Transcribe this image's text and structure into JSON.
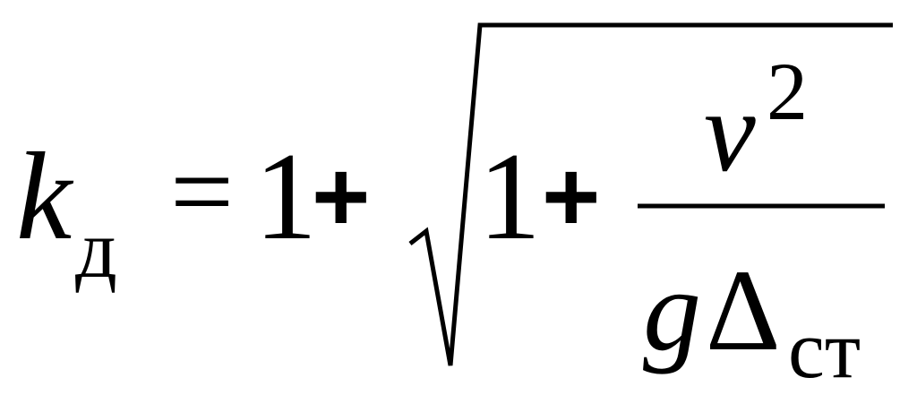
{
  "formula": {
    "lhs_symbol": "k",
    "lhs_subscript": "д",
    "equals": "=",
    "term_one": "1",
    "plus": "+",
    "radicand_one": "1",
    "radicand_plus": "+",
    "numerator_symbol": "v",
    "numerator_exponent": "2",
    "denominator_symbol": "g",
    "denominator_delta": "Δ",
    "denominator_subscript": "ст"
  }
}
